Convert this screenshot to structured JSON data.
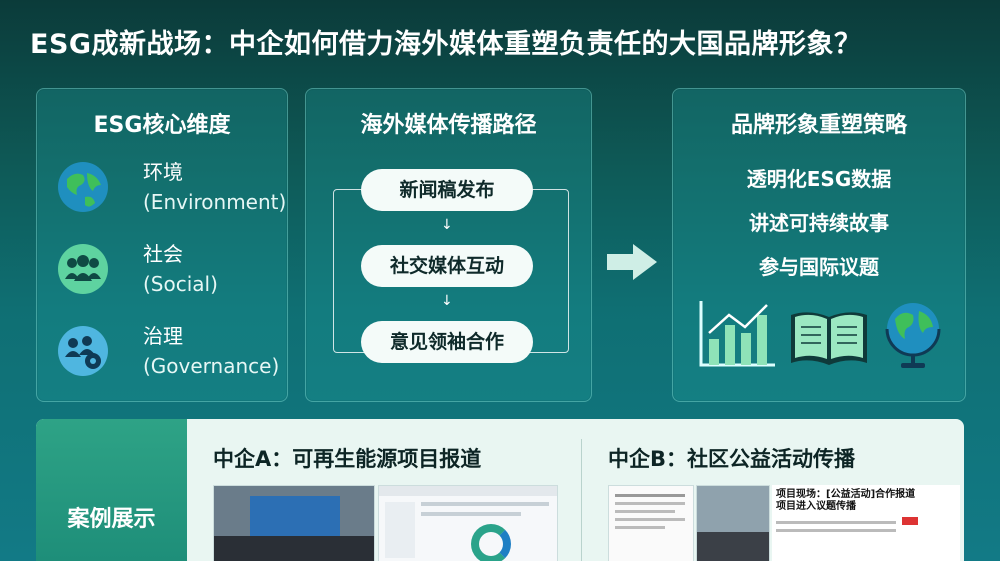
{
  "title": "ESG成新战场：中企如何借力海外媒体重塑负责任的大国品牌形象？",
  "dimensions": {
    "heading": "ESG核心维度",
    "items": [
      {
        "cn": "环境",
        "en": "(Environment)",
        "icon": "globe-icon"
      },
      {
        "cn": "社会",
        "en": "(Social)",
        "icon": "people-icon"
      },
      {
        "cn": "治理",
        "en": "(Governance)",
        "icon": "governance-gear-icon"
      }
    ]
  },
  "paths": {
    "heading": "海外媒体传播路径",
    "steps": [
      "新闻稿发布",
      "社交媒体互动",
      "意见领袖合作"
    ]
  },
  "strategy": {
    "heading": "品牌形象重塑策略",
    "items": [
      "透明化ESG数据",
      "讲述可持续故事",
      "参与国际议题"
    ],
    "icons": [
      "bar-chart-icon",
      "open-book-icon",
      "globe-stand-icon"
    ]
  },
  "cases": {
    "label": "案例展示",
    "a_title": "中企A：可再生能源项目报道",
    "b_title": "中企B：社区公益活动传播",
    "b_headline": "项目现场：[公益活动]合作报道\n项目进入议题传播"
  },
  "colors": {
    "accent": "#2ea386",
    "pill": "#f4fbf9",
    "icon_green": "#5ed3a0"
  }
}
